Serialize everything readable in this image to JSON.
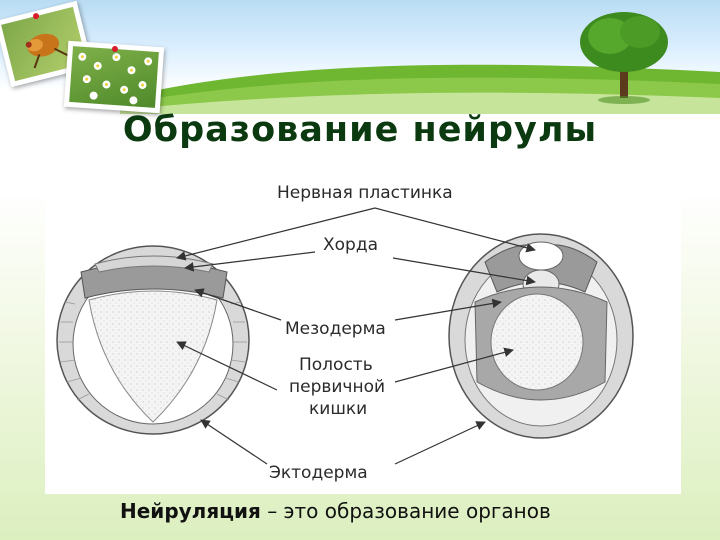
{
  "slide": {
    "title": "Образование нейрулы",
    "caption_term": "Нейруляция",
    "caption_rest": " – это образование органов"
  },
  "diagram": {
    "labels": {
      "neural_plate": "Нервная пластинка",
      "notochord": "Хорда",
      "mesoderm": "Мезодерма",
      "cavity_line1": "Полость",
      "cavity_line2": "первичной",
      "cavity_line3": "кишки",
      "ectoderm": "Эктодерма"
    }
  },
  "colors": {
    "title": "#0b3a10",
    "grass": "#5da82b",
    "sky": "#b9dcf3"
  }
}
